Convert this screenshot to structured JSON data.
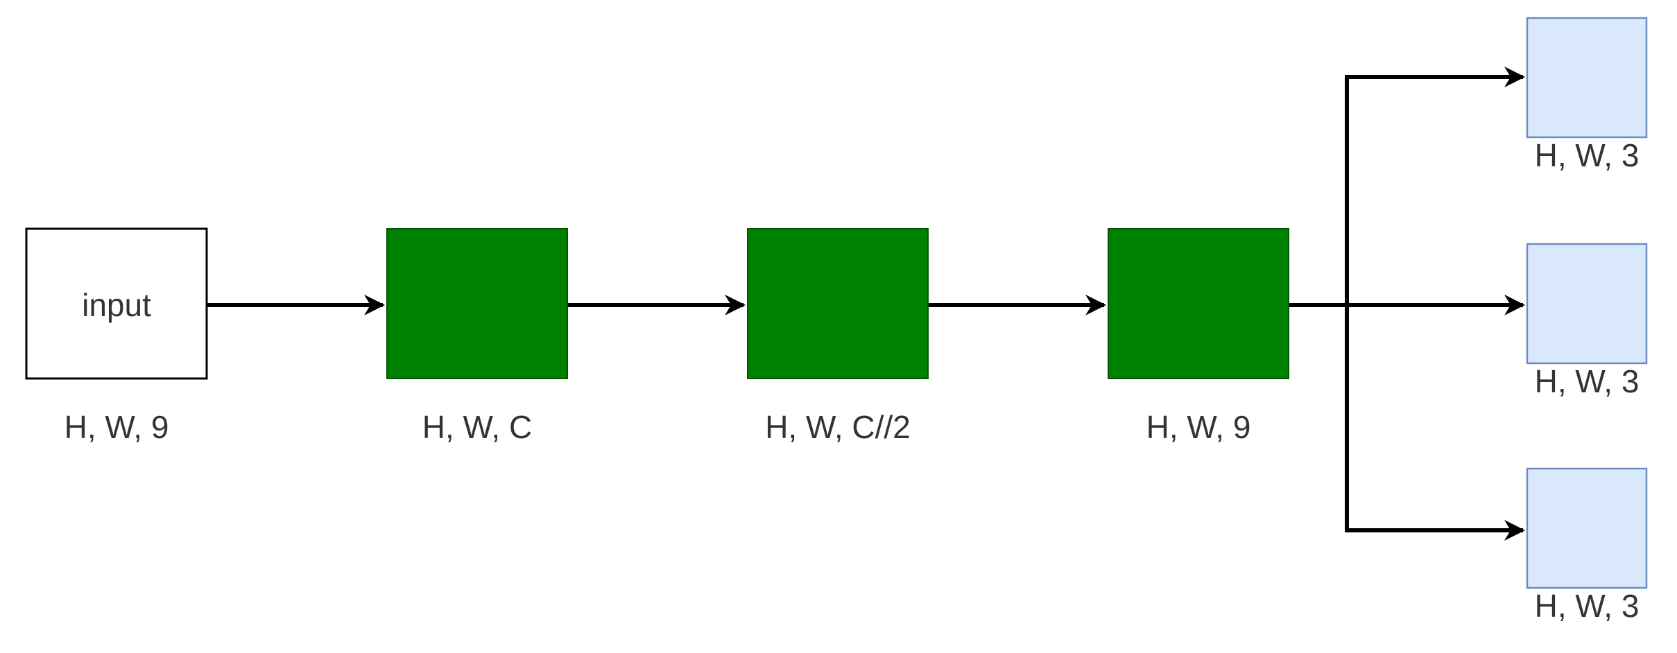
{
  "nodes": {
    "input": {
      "text": "input",
      "label": "H, W, 9",
      "fill": "#ffffff"
    },
    "block1": {
      "label": "H, W, C",
      "fill": "#008000"
    },
    "block2": {
      "label": "H, W, C//2",
      "fill": "#008000"
    },
    "block3": {
      "label": "H, W, 9",
      "fill": "#008000"
    },
    "out_top": {
      "label": "H, W, 3",
      "fill": "#dae8fc"
    },
    "out_mid": {
      "label": "H, W, 3",
      "fill": "#dae8fc"
    },
    "out_bottom": {
      "label": "H, W, 3",
      "fill": "#dae8fc"
    }
  },
  "edges": [
    {
      "from": "input",
      "to": "block1"
    },
    {
      "from": "block1",
      "to": "block2"
    },
    {
      "from": "block2",
      "to": "block3"
    },
    {
      "from": "block3",
      "to": "out_top"
    },
    {
      "from": "block3",
      "to": "out_mid"
    },
    {
      "from": "block3",
      "to": "out_bottom"
    }
  ]
}
